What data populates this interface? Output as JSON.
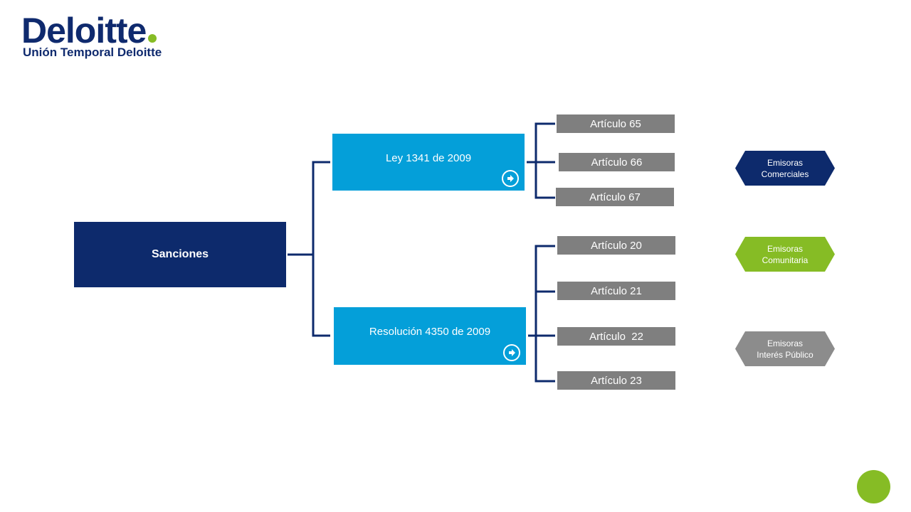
{
  "header": {
    "logo_text": "Deloitte",
    "subtitle": "Unión Temporal Deloitte"
  },
  "diagram": {
    "root": "Sanciones",
    "laws": [
      {
        "label": "Ley 1341 de 2009",
        "articles": [
          "Artículo 65",
          "Artículo 66",
          "Artículo 67"
        ]
      },
      {
        "label": "Resolución 4350 de 2009",
        "articles": [
          "Artículo 20",
          "Artículo 21",
          "Artículo  22",
          "Artículo 23"
        ]
      }
    ],
    "emisoras": [
      {
        "line1": "Emisoras",
        "line2": "Comerciales",
        "color": "#0d2a6c"
      },
      {
        "line1": "Emisoras",
        "line2": "Comunitaria",
        "color": "#86bc25"
      },
      {
        "line1": "Emisoras",
        "line2": "Interés Público",
        "color": "#8c8c8c"
      }
    ]
  },
  "colors": {
    "navy": "#0d2a6c",
    "blue": "#049fd9",
    "gray": "#7f7f7f",
    "green": "#86bc25"
  },
  "icons": {
    "law_arrow": "circle-arrow-right-icon",
    "logo_dot": "green-dot-icon",
    "corner": "green-circle-icon"
  }
}
